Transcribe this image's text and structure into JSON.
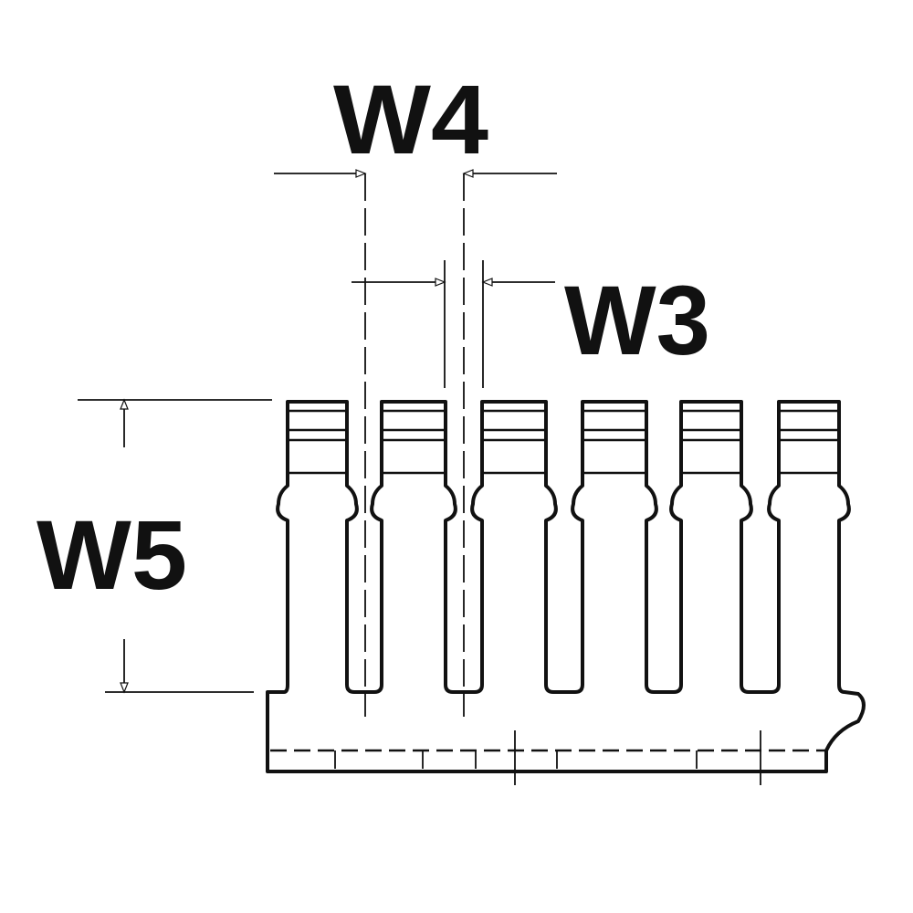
{
  "labels": {
    "w4": "W4",
    "w3": "W3",
    "w5": "W5"
  },
  "colors": {
    "ink": "#111111",
    "background": "#ffffff"
  },
  "fingers_count": 6
}
